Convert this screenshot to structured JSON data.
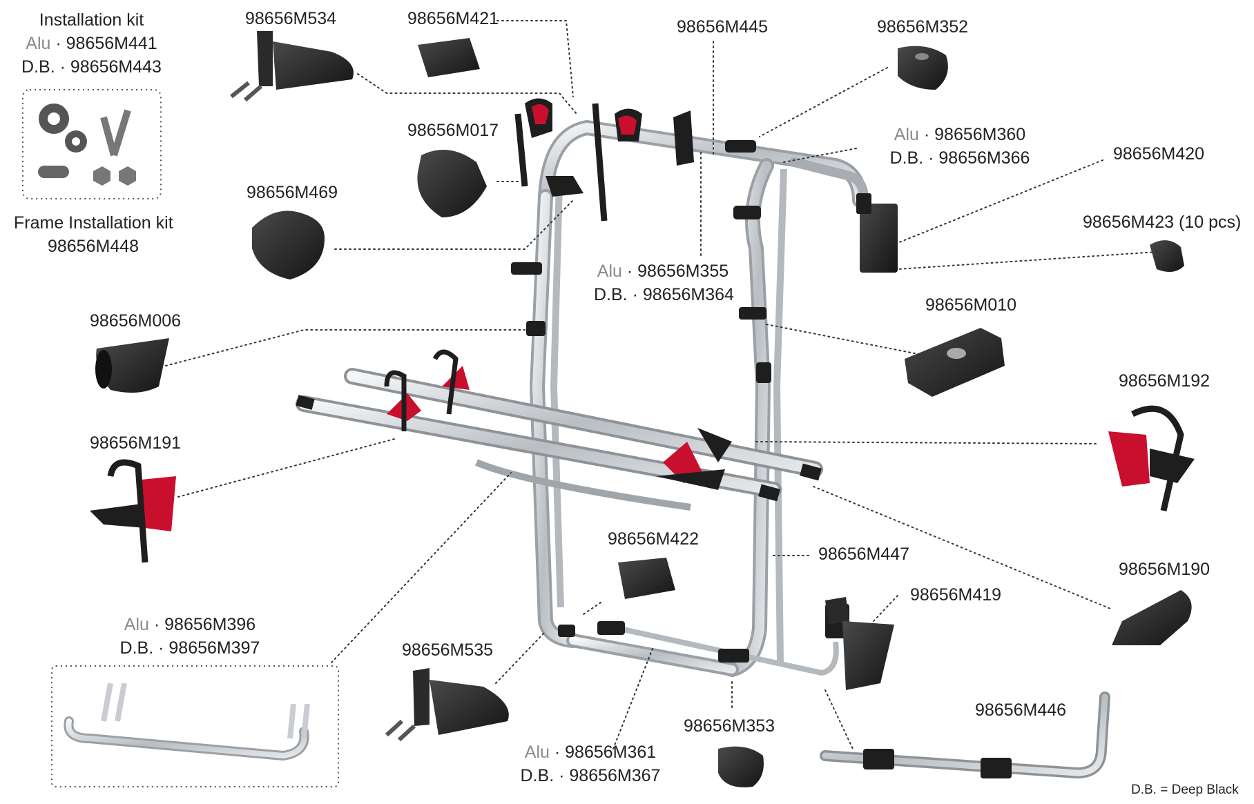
{
  "labels": {
    "installation_kit": {
      "title": "Installation kit",
      "alu_prefix": "Alu",
      "alu_code": "98656M441",
      "db_prefix": "D.B.",
      "db_code": "98656M443"
    },
    "frame_installation_kit": {
      "title": "Frame Installation kit",
      "code": "98656M448"
    },
    "m534": "98656M534",
    "m421": "98656M421",
    "m445": "98656M445",
    "m352": "98656M352",
    "m017": "98656M017",
    "m360_366": {
      "alu_prefix": "Alu",
      "alu_code": "98656M360",
      "db_prefix": "D.B.",
      "db_code": "98656M366"
    },
    "m420": "98656M420",
    "m469": "98656M469",
    "m423": "98656M423 (10 pcs)",
    "m355_364": {
      "alu_prefix": "Alu",
      "alu_code": "98656M355",
      "db_prefix": "D.B.",
      "db_code": "98656M364"
    },
    "m010": "98656M010",
    "m006": "98656M006",
    "m192": "98656M192",
    "m191": "98656M191",
    "m422": "98656M422",
    "m447": "98656M447",
    "m190": "98656M190",
    "m419": "98656M419",
    "m396_397": {
      "alu_prefix": "Alu",
      "alu_code": "98656M396",
      "db_prefix": "D.B.",
      "db_code": "98656M397"
    },
    "m535": "98656M535",
    "m353": "98656M353",
    "m446": "98656M446",
    "m361_367": {
      "alu_prefix": "Alu",
      "alu_code": "98656M361",
      "db_prefix": "D.B.",
      "db_code": "98656M367"
    },
    "legend_note": "D.B. = Deep Black"
  },
  "separator": "·",
  "colors": {
    "accent_red": "#c8102e",
    "part_black": "#1e1e1e",
    "frame_silver": "#c9cdd1",
    "label_grey": "#8a8a8a"
  }
}
